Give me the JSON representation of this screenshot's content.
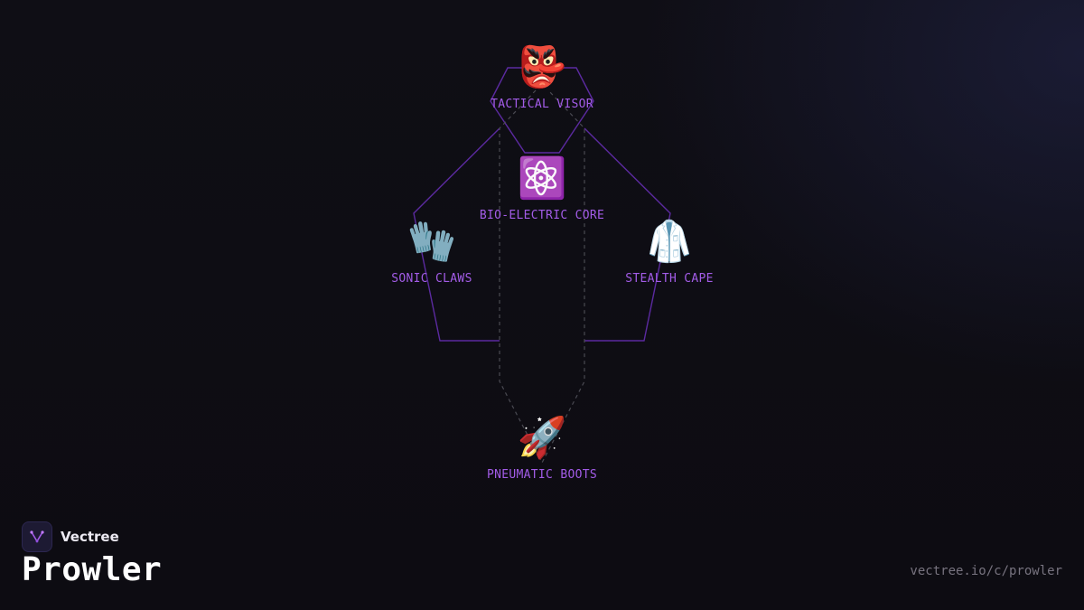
{
  "diagram": {
    "nodes": [
      {
        "id": "visor",
        "icon": "👺",
        "icon_name": "goblin-mask-icon",
        "label": "TACTICAL VISOR"
      },
      {
        "id": "core",
        "icon": "⚛️",
        "icon_name": "atom-icon",
        "label": "BIO-ELECTRIC CORE"
      },
      {
        "id": "claws",
        "icon": "🧤",
        "icon_name": "gloves-icon",
        "label": "SONIC CLAWS"
      },
      {
        "id": "cape",
        "icon": "🥼",
        "icon_name": "coat-icon",
        "label": "STEALTH CAPE"
      },
      {
        "id": "boots",
        "icon": "🚀",
        "icon_name": "rocket-icon",
        "label": "PNEUMATIC BOOTS"
      }
    ],
    "colors": {
      "outline": "#5b2aa0",
      "label": "#a35ce8",
      "dashed": "#4a4a52"
    }
  },
  "brand": {
    "name": "Vectree",
    "logo_icon": "vectree-logo-icon"
  },
  "title": "Prowler",
  "url": "vectree.io/c/prowler"
}
